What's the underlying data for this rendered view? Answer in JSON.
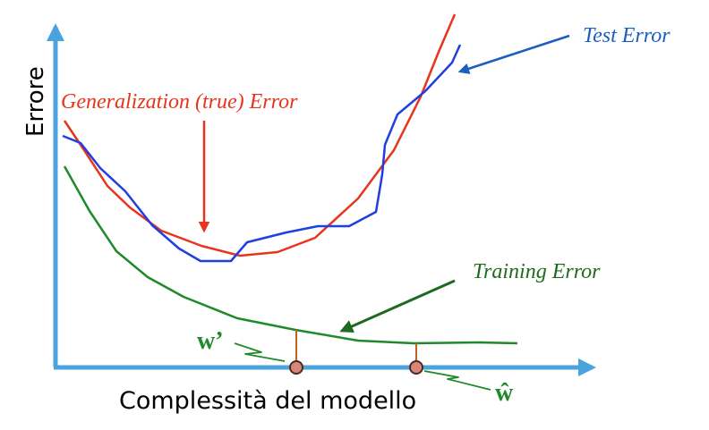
{
  "ylabel": "Errore",
  "xlabel": "Complessità del modello",
  "labels": {
    "generalization": "Generalization (true) Error",
    "test": "Test Error",
    "training": "Training Error",
    "w_prime": "w’",
    "w_hat": "ŵ"
  },
  "colors": {
    "axis": "#4aa3dc",
    "generalization": "#e8341c",
    "test": "#1f3fe0",
    "training": "#1e8a2a",
    "test_label": "#1a5fc0",
    "stem": "#b5651d",
    "marker_fill": "#d9867a",
    "marker_stroke": "#4a2a20"
  }
}
